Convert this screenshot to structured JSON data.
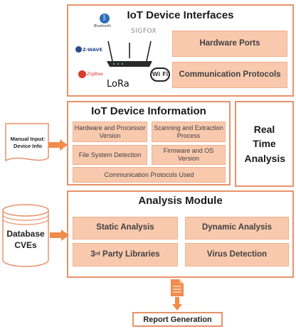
{
  "interfaces": {
    "title": "IoT Device Interfaces",
    "hardware_ports": "Hardware Ports",
    "communication_protocols": "Communication Protocols",
    "logos": {
      "bluetooth": "Bluetooth",
      "sigfox": "SIGFOX",
      "zwave": "Z-WAVE",
      "zigbee": "ZigBee",
      "lora": "LoRa",
      "wifi": "Wi Fi"
    }
  },
  "information": {
    "title": "IoT Device Information",
    "hardware_processor": "Hardware and Processor Version",
    "scanning_extraction": "Scanning and Extraction Process",
    "file_system": "File System Detection",
    "firmware_os": "Firmware and OS Version",
    "protocols_used": "Communication Protocols Used"
  },
  "realtime": {
    "label": "Real Time Analysis"
  },
  "manual_input": {
    "label": "Manual Input: Device Info"
  },
  "analysis": {
    "title": "Analysis Module",
    "static": "Static Analysis",
    "dynamic": "Dynamic Analysis",
    "third_party_prefix": "3",
    "third_party_sup": "rd",
    "third_party_suffix": " Party Libraries",
    "virus": "Virus Detection"
  },
  "database": {
    "label": "Database CVEs"
  },
  "report": {
    "label": "Report Generation"
  },
  "colors": {
    "accent": "#e8926a",
    "box_fill": "#f9c9ae",
    "arrow": "#f08c4c"
  }
}
